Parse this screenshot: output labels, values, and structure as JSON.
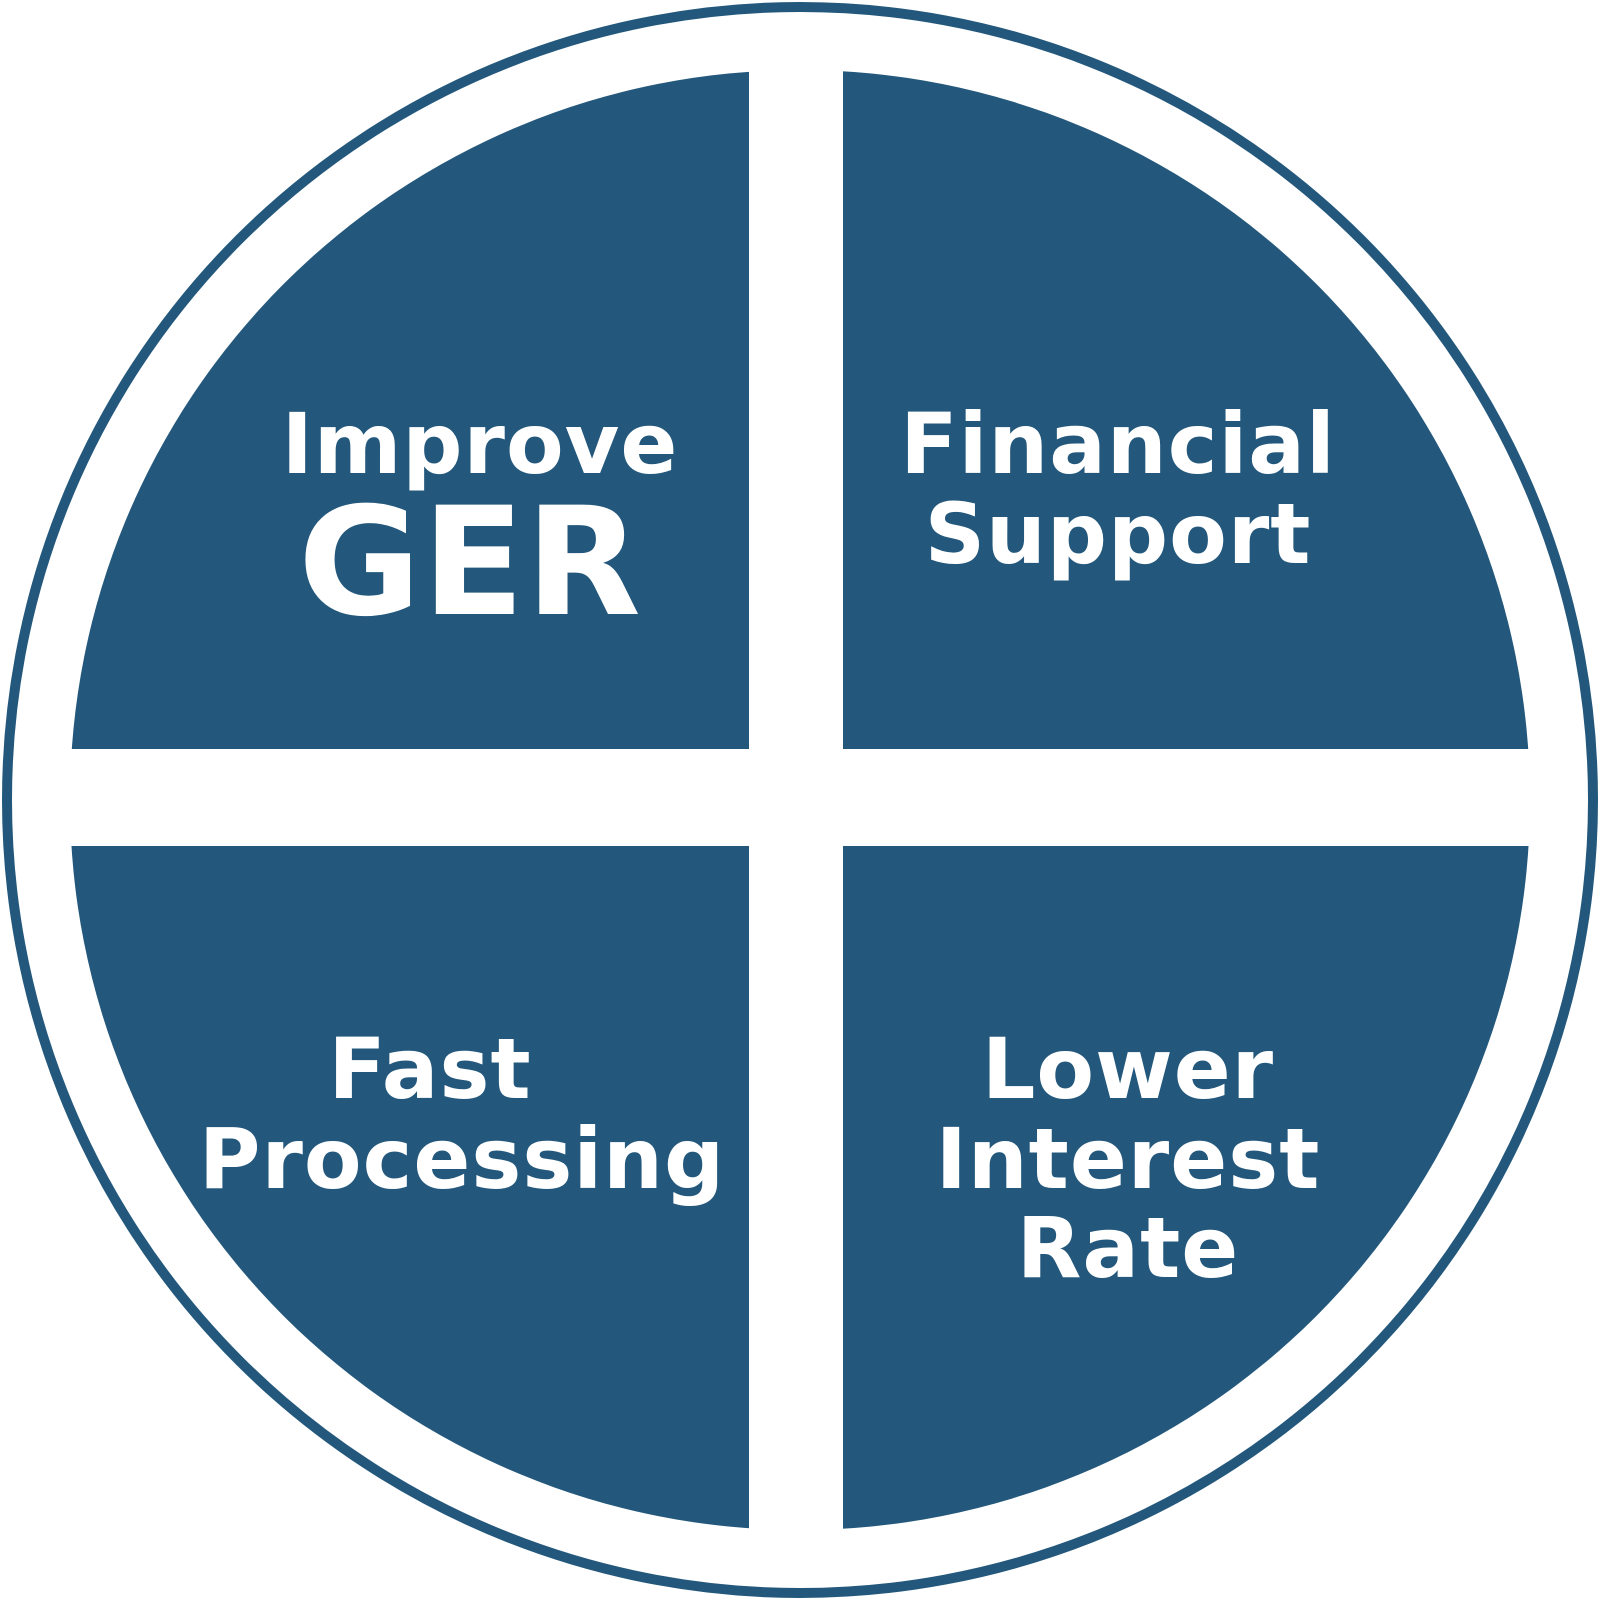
{
  "colors": {
    "primary": "#23587C",
    "background": "#FFFFFF",
    "text": "#FFFFFF"
  },
  "quadrants": {
    "top_left": {
      "line1": "Improve",
      "line2": "GER"
    },
    "top_right": {
      "line1": "Financial",
      "line2": "Support"
    },
    "bottom_left": {
      "line1": "Fast",
      "line2": "Processing"
    },
    "bottom_right": {
      "line1": "Lower",
      "line2": "Interest",
      "line3": "Rate"
    }
  }
}
